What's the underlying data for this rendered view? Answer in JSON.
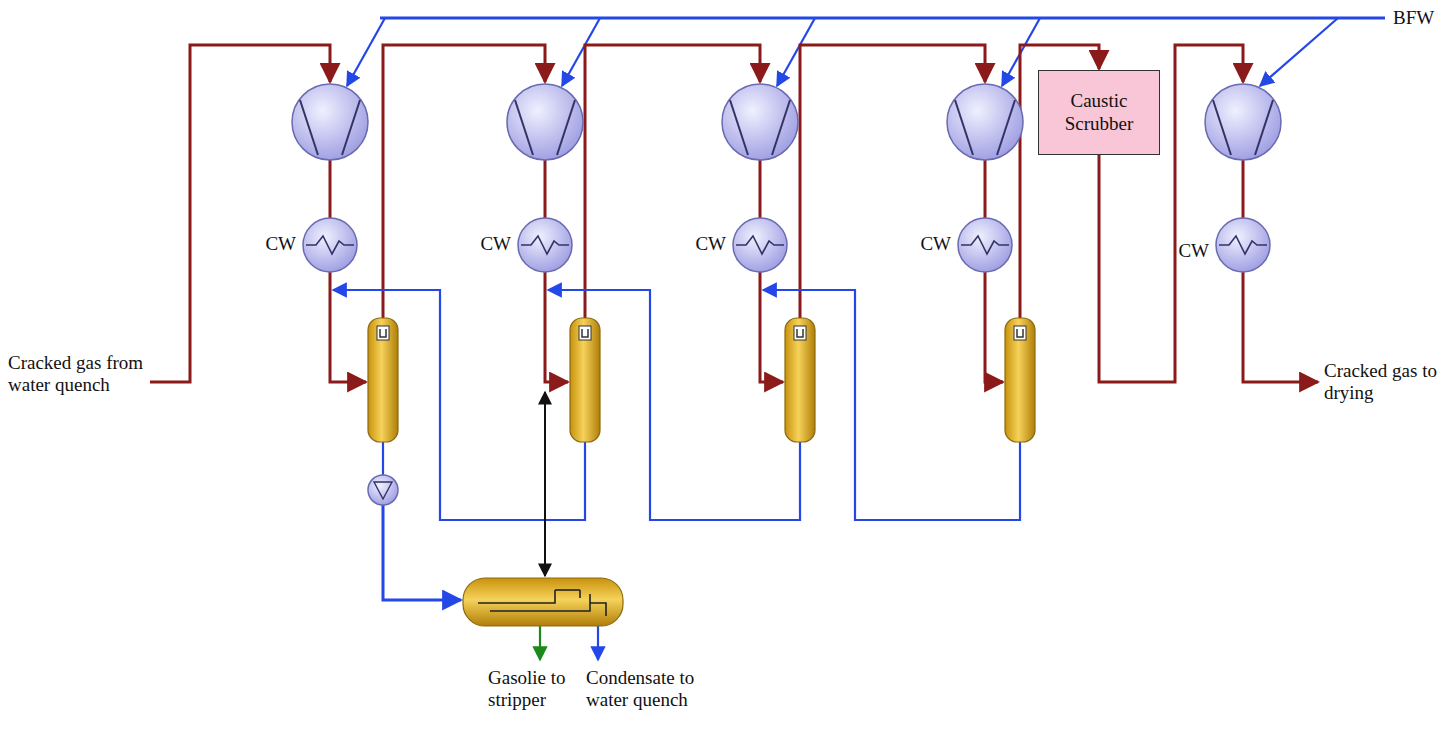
{
  "diagram": {
    "nodes": [
      {
        "text": [
          "Caustic Scrubber"
        ]
      }
    ],
    "labels": [
      "BFW",
      "CW",
      "CW",
      "CW",
      "CW",
      "CW",
      "Cracked gas from water quench",
      "Cracked gas to drying",
      "Gasolie to stripper",
      "Condensate to water quench"
    ]
  }
}
